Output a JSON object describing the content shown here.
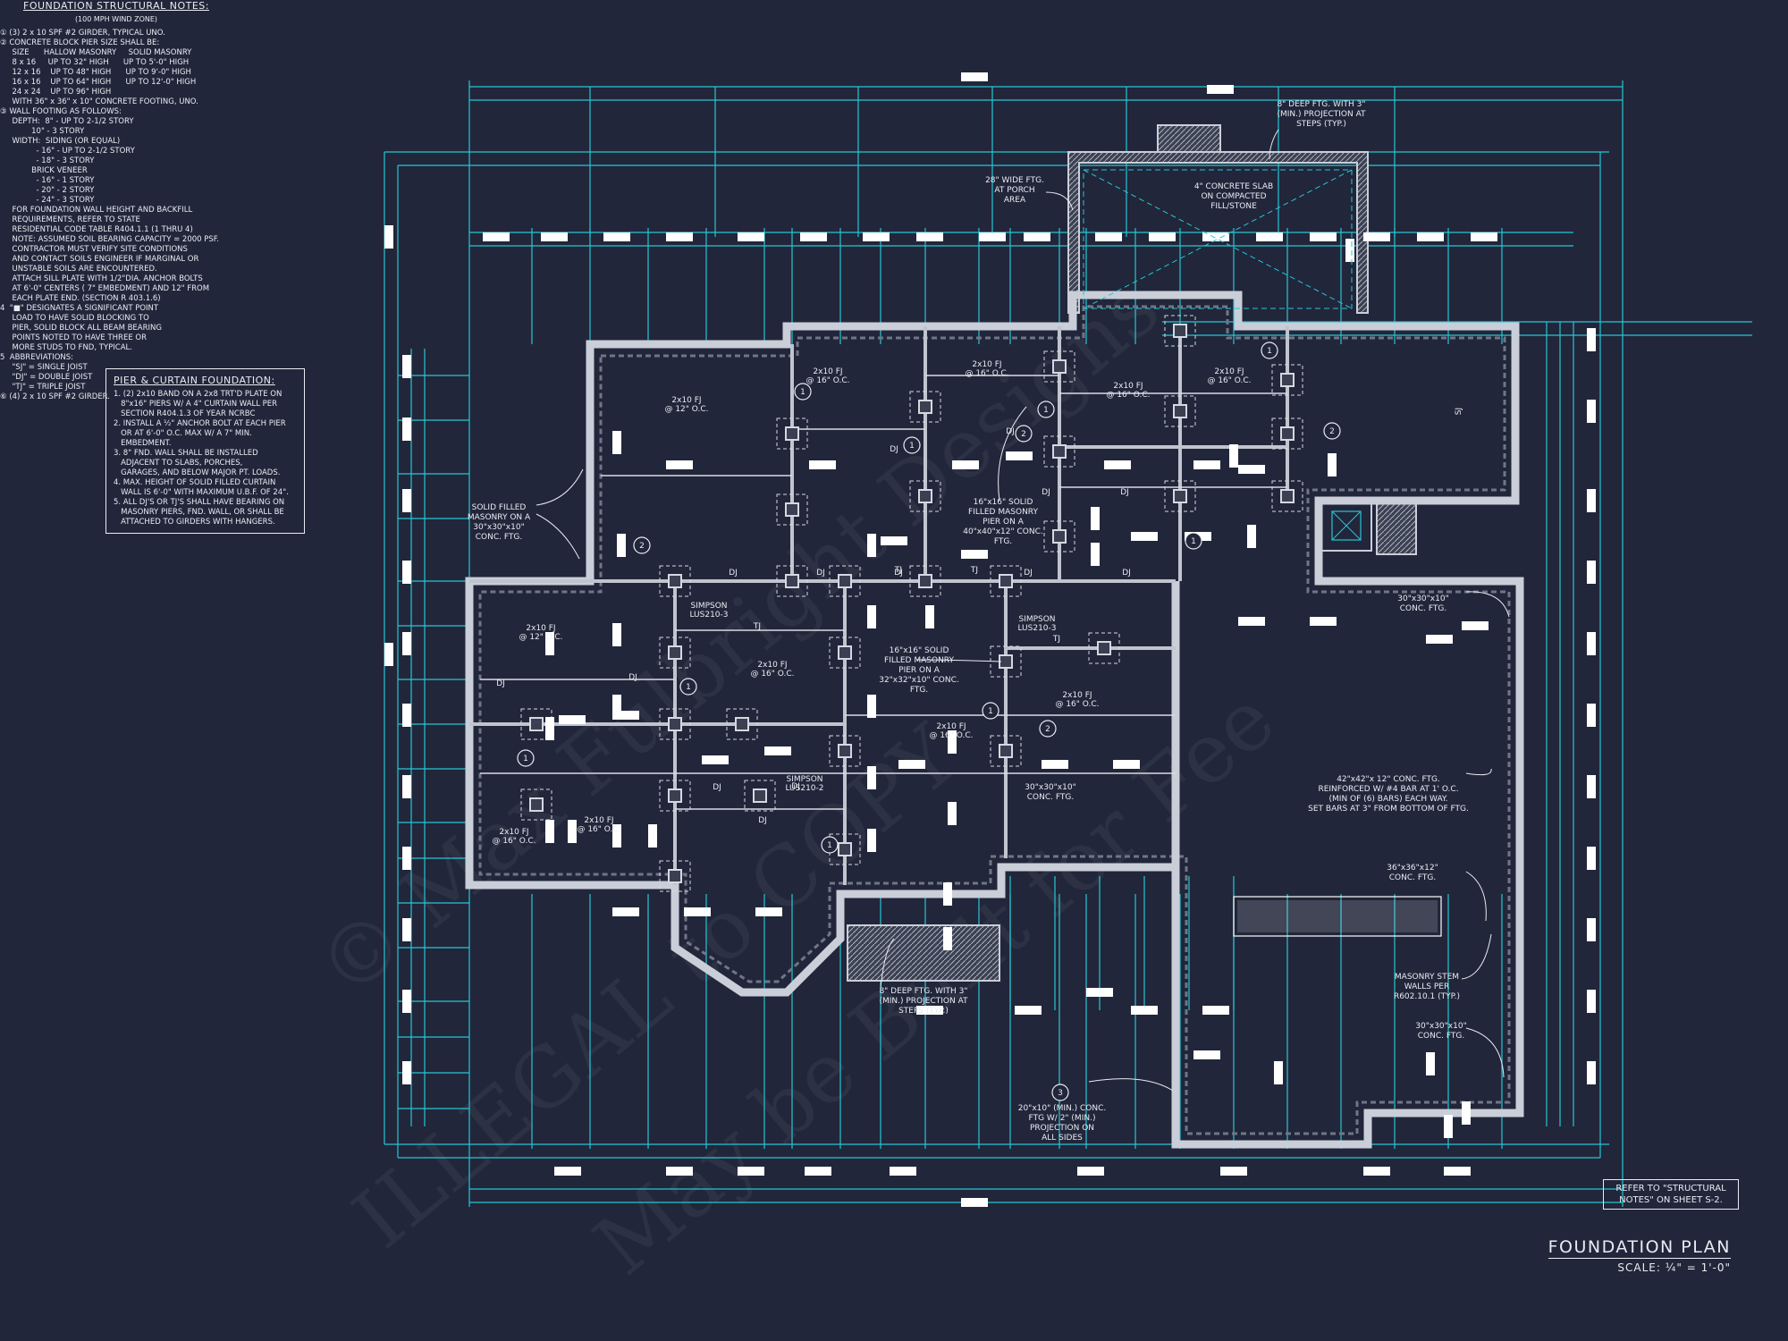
{
  "colors": {
    "background": "#22263a",
    "dimension_lines": "#25c6d4",
    "linework": "#e8ecf2"
  },
  "title": "FOUNDATION PLAN",
  "scale": "SCALE: ¼\" = 1'-0\"",
  "reference_note": [
    "REFER TO \"STRUCTURAL",
    "NOTES\" ON SHEET S-2."
  ],
  "pier_notes": {
    "title": "PIER & CURTAIN FOUNDATION:",
    "lines": [
      "1. (2) 2x10 BAND ON A 2x8 TRT'D PLATE ON",
      "   8\"x16\" PIERS W/ A 4\" CURTAIN WALL PER",
      "   SECTION R404.1.3 OF YEAR NCRBC",
      "2. INSTALL A ½\" ANCHOR BOLT AT EACH PIER",
      "   OR AT 6'-0\" O.C. MAX W/ A 7\" MIN.",
      "   EMBEDMENT.",
      "3. 8\" FND. WALL SHALL BE INSTALLED",
      "   ADJACENT TO SLABS, PORCHES,",
      "   GARAGES, AND BELOW MAJOR PT. LOADS.",
      "4. MAX. HEIGHT OF SOLID FILLED CURTAIN",
      "   WALL IS 6'-0\" WITH MAXIMUM U.B.F. OF 24\".",
      "5. ALL DJ'S OR TJ'S SHALL HAVE BEARING ON",
      "   MASONRY PIERS, FND. WALL, OR SHALL BE",
      "   ATTACHED TO GIRDERS WITH HANGERS."
    ]
  },
  "structural_notes": {
    "title": "FOUNDATION STRUCTURAL NOTES:",
    "subtitle": "(100 MPH WIND ZONE)",
    "lines": [
      "① (3) 2 x 10 SPF #2 GIRDER, TYPICAL UNO.",
      "② CONCRETE BLOCK PIER SIZE SHALL BE:",
      "     SIZE      HALLOW MASONRY     SOLID MASONRY",
      "     8 x 16     UP TO 32\" HIGH      UP TO 5'-0\" HIGH",
      "     12 x 16    UP TO 48\" HIGH      UP TO 9'-0\" HIGH",
      "     16 x 16    UP TO 64\" HIGH      UP TO 12'-0\" HIGH",
      "     24 x 24    UP TO 96\" HIGH",
      "     WITH 36\" x 36\" x 10\" CONCRETE FOOTING, UNO.",
      "",
      "③ WALL FOOTING AS FOLLOWS:",
      "     DEPTH:  8\" - UP TO 2-1/2 STORY",
      "             10\" - 3 STORY",
      "",
      "     WIDTH:  SIDING (OR EQUAL)",
      "               - 16\" - UP TO 2-1/2 STORY",
      "               - 18\" - 3 STORY",
      "             BRICK VENEER",
      "               - 16\" - 1 STORY",
      "               - 20\" - 2 STORY",
      "               - 24\" - 3 STORY",
      "",
      "     FOR FOUNDATION WALL HEIGHT AND BACKFILL",
      "     REQUIREMENTS, REFER TO STATE",
      "     RESIDENTIAL CODE TABLE R404.1.1 (1 THRU 4)",
      "     NOTE: ASSUMED SOIL BEARING CAPACITY = 2000 PSF.",
      "     CONTRACTOR MUST VERIFY SITE CONDITIONS",
      "     AND CONTACT SOILS ENGINEER IF MARGINAL OR",
      "     UNSTABLE SOILS ARE ENCOUNTERED.",
      "",
      "     ATTACH SILL PLATE WITH 1/2\"DIA. ANCHOR BOLTS",
      "     AT 6'-0\" CENTERS ( 7\" EMBEDMENT) AND 12\" FROM",
      "     EACH PLATE END. (SECTION R 403.1.6)",
      "",
      "4  \"■\" DESIGNATES A SIGNIFICANT POINT",
      "     LOAD TO HAVE SOLID BLOCKING TO",
      "     PIER, SOLID BLOCK ALL BEAM BEARING",
      "     POINTS NOTED TO HAVE THREE OR",
      "     MORE STUDS TO FND, TYPICAL.",
      "",
      "5  ABBREVIATIONS:",
      "     \"SJ\" = SINGLE JOIST",
      "     \"DJ\" = DOUBLE JOIST",
      "     \"TJ\" = TRIPLE JOIST",
      "",
      "⑥ (4) 2 x 10 SPF #2 GIRDER."
    ]
  },
  "plan_labels": {
    "porch_ftg": [
      "28\" WIDE FTG.",
      "AT PORCH",
      "AREA"
    ],
    "steps_top": [
      "8\" DEEP FTG. WITH 3\"",
      "(MIN.) PROJECTION AT",
      "STEPS (TYP.)"
    ],
    "porch_slab": [
      "4\" CONCRETE SLAB",
      "ON COMPACTED",
      "FILL/STONE"
    ],
    "pier_left": [
      "SOLID FILLED",
      "MASONRY ON A",
      "30\"x30\"x10\"",
      "CONC. FTG."
    ],
    "pier_center": [
      "16\"x16\" SOLID",
      "FILLED MASONRY",
      "PIER ON A",
      "40\"x40\"x12\" CONC.",
      "FTG."
    ],
    "pier_mid": [
      "16\"x16\" SOLID",
      "FILLED MASONRY",
      "PIER ON A",
      "32\"x32\"x10\" CONC.",
      "FTG."
    ],
    "ftg_right": [
      "30\"x30\"x10\"",
      "CONC. FTG."
    ],
    "ftg_mid": [
      "30\"x30\"x10\"",
      "CONC. FTG."
    ],
    "ftg_bottom": [
      "30\"x30\"x10\"",
      "CONC. FTG."
    ],
    "garage_ftg": [
      "42\"x42\"x 12\" CONC. FTG.",
      "REINFORCED W/ #4 BAR AT 1' O.C.",
      "(MIN OF (6) BARS) EACH WAY.",
      "SET BARS AT 3\" FROM BOTTOM OF FTG."
    ],
    "ftg_36": [
      "36\"x36\"x12\"",
      "CONC. FTG."
    ],
    "stem_wall": [
      "MASONRY STEM",
      "WALLS PER",
      "R602.10.1 (TYP.)"
    ],
    "steps_bottom": [
      "8\" DEEP FTG. WITH 3\"",
      "(MIN.) PROJECTION AT",
      "STEPS (TYP.)"
    ],
    "cont_ftg": [
      "20\"x10\" (MIN.) CONC.",
      "FTG W/ 2\" (MIN.)",
      "PROJECTION ON",
      "ALL SIDES"
    ],
    "simpson_1": [
      "SIMPSON",
      "LUS210-3"
    ],
    "simpson_2": [
      "SIMPSON",
      "LUS210-3"
    ],
    "simpson_3": [
      "SIMPSON",
      "LUS210-2"
    ],
    "joists": [
      {
        "a": "2x10 FJ",
        "b": "@ 12\" O.C."
      },
      {
        "a": "2x10 FJ",
        "b": "@ 16\" O.C."
      },
      {
        "a": "2x10 FJ",
        "b": "@ 16\" O.C."
      },
      {
        "a": "2x10 FJ",
        "b": "@ 16\" O.C."
      },
      {
        "a": "2x10 FJ",
        "b": "@ 16\" O.C."
      },
      {
        "a": "2x10 FJ",
        "b": "@ 12\" O.C."
      },
      {
        "a": "2x10 FJ",
        "b": "@ 16\" O.C."
      },
      {
        "a": "2x10 FJ",
        "b": "@ 16\" O.C."
      },
      {
        "a": "2x10 FJ",
        "b": "@ 16\" O.C."
      },
      {
        "a": "2x10 FJ",
        "b": "@ 16\" O.C."
      },
      {
        "a": "2x10 FJ",
        "b": "@ 16\" O.C."
      }
    ],
    "dj": "DJ",
    "tj": "TJ",
    "sj": "SJ"
  },
  "watermark": [
    "© Max Fulbright Designs",
    "ILLEGAL to COPY",
    "May be Built for Fee"
  ]
}
